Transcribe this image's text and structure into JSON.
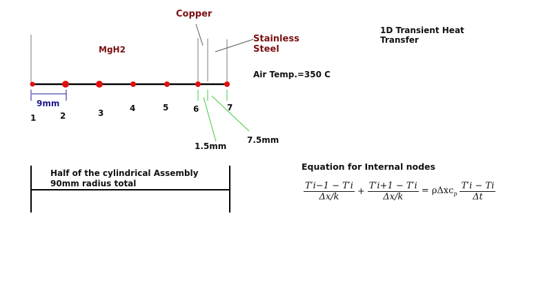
{
  "title": [
    "1D Transient Heat",
    "Transfer"
  ],
  "materials": {
    "mgh2": "MgH2",
    "copper": "Copper",
    "stainless": [
      "Stainless",
      "Steel"
    ]
  },
  "air_temp": "Air Temp.=350 C",
  "nodes": [
    "1",
    "2",
    "3",
    "4",
    "5",
    "6",
    "7"
  ],
  "dimensions": {
    "node_spacing": "9mm",
    "copper_thickness": "1.5mm",
    "steel_thickness": "7.5mm"
  },
  "assembly_note": [
    "Half of the cylindrical Assembly",
    "90mm radius total"
  ],
  "equation": {
    "title": "Equation for Internal nodes",
    "term1_num": "T′i−1 − T′i",
    "term2_num": "T′i+1 − T′i",
    "den": "Δx/k",
    "plus": "+",
    "equals": "= ρΔxc",
    "cp_sub": "p",
    "term3_num": "T′i − Ti",
    "term3_den": "Δt"
  },
  "colors": {
    "node": "#e01010",
    "material_label": "#7a1010",
    "dimension_blue": "#1a1a8c",
    "dimension_green": "#3cc83c"
  }
}
